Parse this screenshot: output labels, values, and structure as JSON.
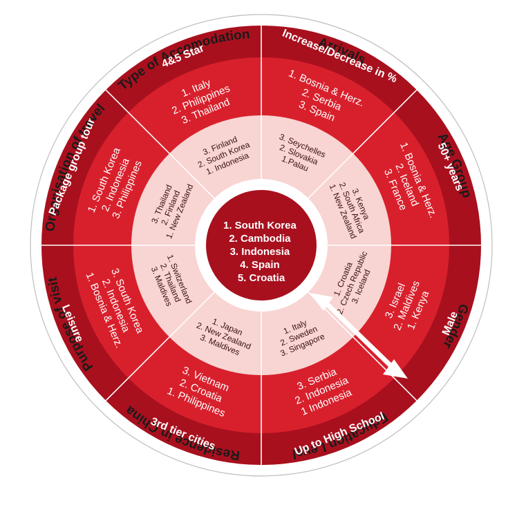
{
  "colors": {
    "outer_band": "#a8101e",
    "mid_band": "#d8202c",
    "inner_band": "#f8d4d2",
    "white_ring": "#ffffff",
    "center": "#a8101e",
    "outer_text": "#1a1a1a",
    "arrow": "#ffffff"
  },
  "center": {
    "items": [
      "1. South Korea",
      "2. Cambodia",
      "3. Indonesia",
      "4. Spain",
      "5. Croatia"
    ]
  },
  "segments": [
    {
      "category": "Type of Accomodation",
      "subcategory": "4&5 Star",
      "top_list": [
        "1. Italy",
        "2. Philippines",
        "3. Thailand"
      ],
      "bottom_list": [
        "3. Finland",
        "2. South Korea",
        "1. Indonesia"
      ]
    },
    {
      "category": "Arrivals",
      "subcategory": "Increase/Decrease in %",
      "top_list": [
        "1. Bosnia & Herz.",
        "2. Serbia",
        "3. Spain"
      ],
      "bottom_list": [
        "3. Seychelles",
        "2. Slovakia",
        "1.Palau"
      ]
    },
    {
      "category": "Age Group",
      "subcategory": "50+ years",
      "top_list": [
        "1. Bosnia & Herz.",
        "2. Iceland",
        "3. France"
      ],
      "bottom_list": [
        "3. Kenya",
        "2. South Africa",
        "1. New Zealand"
      ]
    },
    {
      "category": "Gender",
      "subcategory": "Male",
      "top_list": [
        "1. Kenya",
        "2. Maldives",
        "3. Israel"
      ],
      "bottom_list": [
        "3. Iceland",
        "2. Czech Republic",
        "1. Croatia"
      ]
    },
    {
      "category": "Education Level",
      "subcategory": "Up to High School",
      "top_list": [
        "1 Indonesia",
        "2. Indonesia",
        "3. Serbia"
      ],
      "bottom_list": [
        "3. Singapore",
        "2. Sweden",
        "1. Italy"
      ]
    },
    {
      "category": "Residence in China",
      "subcategory": "3rd tier cities",
      "top_list": [
        "1. Philippines",
        "2. Croatia",
        "3. Vietnam"
      ],
      "bottom_list": [
        "3. Maldives",
        "2. New Zealand",
        "1. Japan"
      ]
    },
    {
      "category": "Purpose of visit",
      "subcategory": "Leisure",
      "top_list": [
        "1. Bosnia & Herz.",
        "2. Indonesia",
        "3. South Korea"
      ],
      "bottom_list": [
        "3. Maldives",
        "2. Thailand",
        "1. Switzerland"
      ]
    },
    {
      "category": "Organisation of travel",
      "subcategory": "Package group tour",
      "top_list": [
        "1. South Korea",
        "2. Indonesia",
        "3. Philippines"
      ],
      "bottom_list": [
        "3. Thailand",
        "2. Finland",
        "1. New Zealand"
      ]
    }
  ]
}
